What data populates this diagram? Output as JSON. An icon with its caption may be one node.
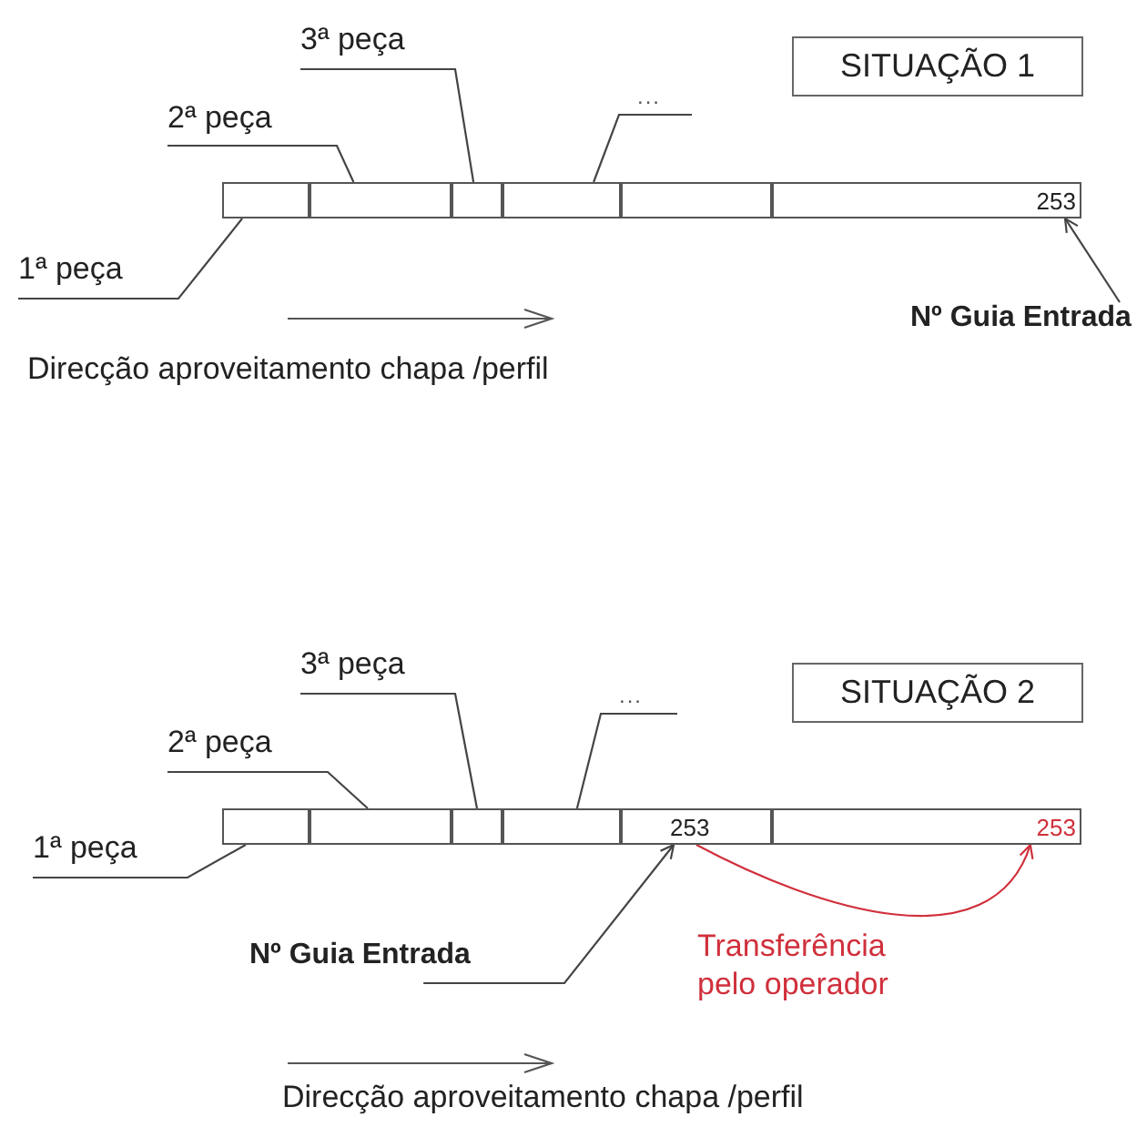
{
  "diagram": {
    "nodes": [
      {
        "text": [
          "SITUAÇÃO 1"
        ]
      },
      {
        "text": [
          "3ª peça"
        ]
      },
      {
        "text": [
          "2ª peça"
        ]
      },
      {
        "text": [
          "..."
        ]
      },
      {
        "text": [
          "1ª peça"
        ]
      },
      {
        "text": [],
        "shape": "box"
      },
      {
        "text": [],
        "shape": "box"
      },
      {
        "text": [],
        "shape": "box"
      },
      {
        "text": [],
        "shape": "box"
      },
      {
        "text": [],
        "shape": "box"
      },
      {
        "text": [
          "253"
        ]
      },
      {
        "text": [
          "Nº Guia Entrada"
        ]
      },
      {
        "text": [
          "SITUAÇÃO 2"
        ]
      },
      {
        "text": [
          "3ª peça"
        ]
      },
      {
        "text": [
          "2ª peça"
        ]
      },
      {
        "text": [
          "..."
        ]
      },
      {
        "text": [
          "1ª peça"
        ]
      },
      {
        "text": [],
        "shape": "box"
      },
      {
        "text": [],
        "shape": "box"
      },
      {
        "text": [],
        "shape": "box"
      },
      {
        "text": [],
        "shape": "box"
      },
      {
        "text": [
          "253"
        ]
      },
      {
        "text": [
          "253"
        ]
      },
      {
        "text": [
          "Nº Guia Entrada"
        ]
      }
    ],
    "edges": [
      {
        "from": 1,
        "to": 7,
        "arrow": "none"
      },
      {
        "from": 2,
        "to": 6,
        "arrow": "none"
      },
      {
        "from": 3,
        "to": 8,
        "arrow": "none"
      },
      {
        "from": 4,
        "to": 5,
        "arrow": "none"
      },
      {
        "from": 11,
        "to": 10,
        "arrow": "to"
      },
      {
        "from": 13,
        "to": 19,
        "arrow": "none"
      },
      {
        "from": 14,
        "to": 18,
        "arrow": "none"
      },
      {
        "from": 15,
        "to": 20,
        "arrow": "none"
      },
      {
        "from": 16,
        "to": 17,
        "arrow": "none"
      },
      {
        "from": 23,
        "to": 21,
        "arrow": "to"
      },
      {
        "from": 21,
        "to": 22,
        "arrow": "to",
        "label": "Transferência pelo operador",
        "color": "#d0303c"
      }
    ],
    "labels": [
      "Direcção aproveitamento chapa /perfil",
      "Direcção aproveitamento chapa /perfil"
    ]
  }
}
